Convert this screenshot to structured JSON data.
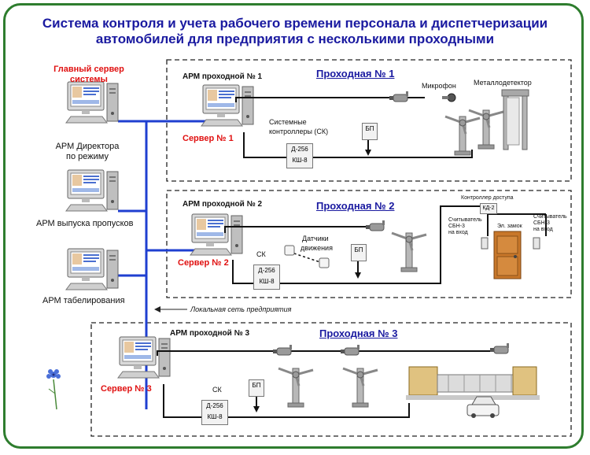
{
  "title": {
    "line1": "Система контроля и учета рабочего времени персонала и диспетчеризации",
    "line2": "автомобилей для предприятия с несколькими проходными"
  },
  "left": {
    "main_server_line1": "Главный сервер",
    "main_server_line2": "системы",
    "director_line1": "АРМ Директора",
    "director_line2": "по режиму",
    "passes": "АРМ  выпуска пропусков",
    "timesheet": "АРМ табелирования",
    "lan": "Локальная сеть предприятия"
  },
  "zone1": {
    "title": "Проходная  № 1",
    "arm": "АРМ проходной № 1",
    "server": "Сервер № 1",
    "controllers_line1": "Системные",
    "controllers_line2": "контроллеры (СК)",
    "bp": "БП",
    "d256": "Д-256",
    "ksh8": "КШ-8",
    "microphone": "Микрофон",
    "detector": "Металлодетектор"
  },
  "zone2": {
    "title": "Проходная  № 2",
    "arm": "АРМ проходной № 2",
    "server": "Сервер № 2",
    "sk": "СК",
    "sensors_line1": "Датчики",
    "sensors_line2": "движения",
    "bp": "БП",
    "d256": "Д-256",
    "ksh8": "КШ-8",
    "access_controller": "Контроллер доступа",
    "kd2": "КД-2",
    "reader_in_line1": "Считыватель",
    "reader_in_line2": "СБН-3",
    "reader_in_line3": "на вход",
    "lock": "Эл. замок",
    "reader_out_line1": "Считыватель",
    "reader_out_line2": "СБН-3",
    "reader_out_line3": "на вход"
  },
  "zone3": {
    "title": "Проходная № 3",
    "arm": "АРМ проходной № 3",
    "server": "Сервер № 3",
    "sk": "СК",
    "bp": "БП",
    "d256": "Д-256",
    "ksh8": "КШ-8"
  },
  "colors": {
    "title": "#1a1aa0",
    "server_label": "#e01010",
    "network": "#1f3fd0",
    "frame": "#2e7d2e"
  },
  "icons": [
    "computer-workstation-icon",
    "cctv-camera-icon",
    "turnstile-icon",
    "microphone-icon",
    "metal-detector-gate-icon",
    "motion-sensor-icon",
    "door-icon",
    "card-reader-icon",
    "vehicle-gate-icon",
    "car-icon",
    "cornflower-icon"
  ]
}
